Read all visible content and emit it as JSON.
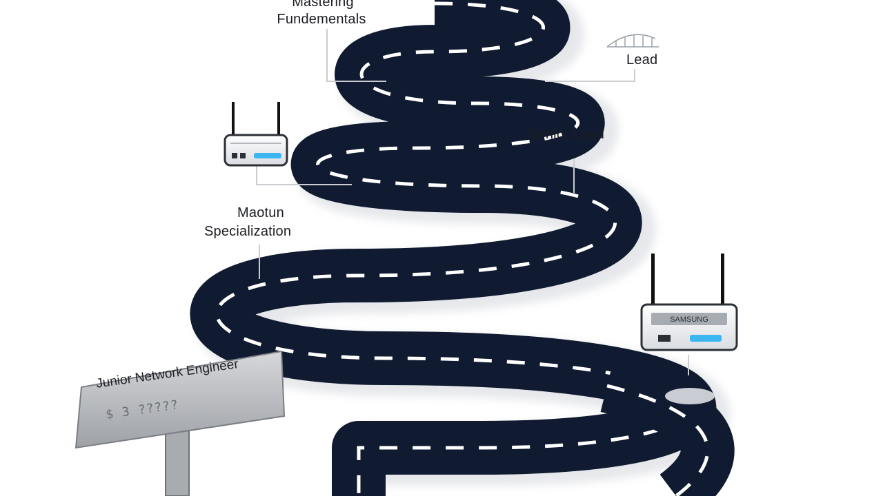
{
  "milestones": {
    "top": {
      "line1": "Mastering",
      "line2": "Fundementals"
    },
    "lead": "Lead",
    "senior_lead": "Senior Lead",
    "specialization": {
      "line1": "Maotun",
      "line2": "Specialization"
    }
  },
  "signpost": {
    "title": "Junior Network Engineer",
    "subtitle": "$ 3 ?????"
  },
  "router_right": {
    "label": "SAMSUNG"
  },
  "colors": {
    "road": "#101a30",
    "dash": "#ffffff",
    "connector": "#c9ccd1",
    "sign": "#b7b9bd",
    "router_body": "#eef0f3",
    "router_led": "#3bb6f0"
  },
  "icons": [
    "router-icon",
    "router-icon",
    "signpost-icon",
    "bridge-icon"
  ]
}
